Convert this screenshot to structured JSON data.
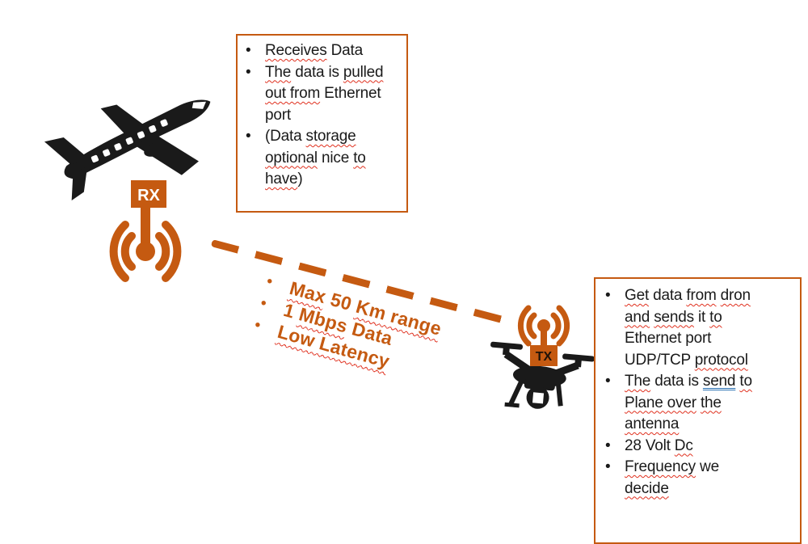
{
  "colors": {
    "accent_orange": "#C55A11",
    "ink_black": "#1A1A1A",
    "spellcheck_red": "#E0301E",
    "grammar_blue": "#2E74B5",
    "paper_white": "#FFFFFF"
  },
  "rx_unit": {
    "label": "RX",
    "text_color": "#FFFFFF"
  },
  "tx_unit": {
    "label": "TX",
    "text_color": "#1F1208"
  },
  "left_notes": {
    "items": [
      {
        "lines": [
          [
            {
              "t": "Receives",
              "m": "sp"
            },
            {
              "t": " Data"
            }
          ]
        ]
      },
      {
        "lines": [
          [
            {
              "t": "The",
              "m": "sp"
            },
            {
              "t": " data is "
            },
            {
              "t": "pulled",
              "m": "sp"
            }
          ],
          [
            {
              "t": "out from",
              "m": "sp"
            },
            {
              "t": " Ethernet"
            }
          ],
          [
            {
              "t": "port"
            }
          ]
        ]
      },
      {
        "lines": [
          [
            {
              "t": "(Data "
            },
            {
              "t": "storage",
              "m": "sp"
            }
          ],
          [
            {
              "t": "optional",
              "m": "sp"
            },
            {
              "t": " nice "
            },
            {
              "t": "to",
              "m": "sp"
            }
          ],
          [
            {
              "t": "have",
              "m": "sp"
            },
            {
              "t": ")"
            }
          ]
        ]
      }
    ]
  },
  "link_specs": {
    "items": [
      {
        "lines": [
          [
            {
              "t": "Max",
              "m": "sp"
            },
            {
              "t": " 50 "
            },
            {
              "t": "Km range",
              "m": "sp"
            }
          ]
        ]
      },
      {
        "lines": [
          [
            {
              "t": "1 "
            },
            {
              "t": "Mbps",
              "m": "sp"
            },
            {
              "t": " Data"
            }
          ]
        ]
      },
      {
        "lines": [
          [
            {
              "t": "Low Latency",
              "m": "sp"
            }
          ]
        ]
      }
    ]
  },
  "right_notes": {
    "items": [
      {
        "lines": [
          [
            {
              "t": "Get",
              "m": "sp"
            },
            {
              "t": " data "
            },
            {
              "t": "from",
              "m": "sp"
            },
            {
              "t": " "
            },
            {
              "t": "dron",
              "m": "sp"
            }
          ],
          [
            {
              "t": "and",
              "m": "sp"
            },
            {
              "t": " "
            },
            {
              "t": "sends",
              "m": "sp"
            },
            {
              "t": " it "
            },
            {
              "t": "to",
              "m": "sp"
            }
          ],
          [
            {
              "t": "Ethernet port"
            }
          ],
          [
            {
              "t": "UDP/TCP "
            },
            {
              "t": "protocol",
              "m": "sp"
            }
          ]
        ]
      },
      {
        "lines": [
          [
            {
              "t": "The",
              "m": "sp"
            },
            {
              "t": " data is "
            },
            {
              "t": "send",
              "m": "gr"
            },
            {
              "t": " "
            },
            {
              "t": "to",
              "m": "sp"
            }
          ],
          [
            {
              "t": "Plane over",
              "m": "sp"
            },
            {
              "t": " "
            },
            {
              "t": "the",
              "m": "sp"
            }
          ],
          [
            {
              "t": "antenna",
              "m": "sp"
            }
          ]
        ]
      },
      {
        "lines": [
          [
            {
              "t": "28 Volt "
            },
            {
              "t": "Dc",
              "m": "sp"
            }
          ]
        ]
      },
      {
        "lines": [
          [
            {
              "t": "Frequency",
              "m": "sp"
            },
            {
              "t": " we"
            }
          ],
          [
            {
              "t": "decide",
              "m": "sp"
            }
          ]
        ]
      }
    ]
  }
}
